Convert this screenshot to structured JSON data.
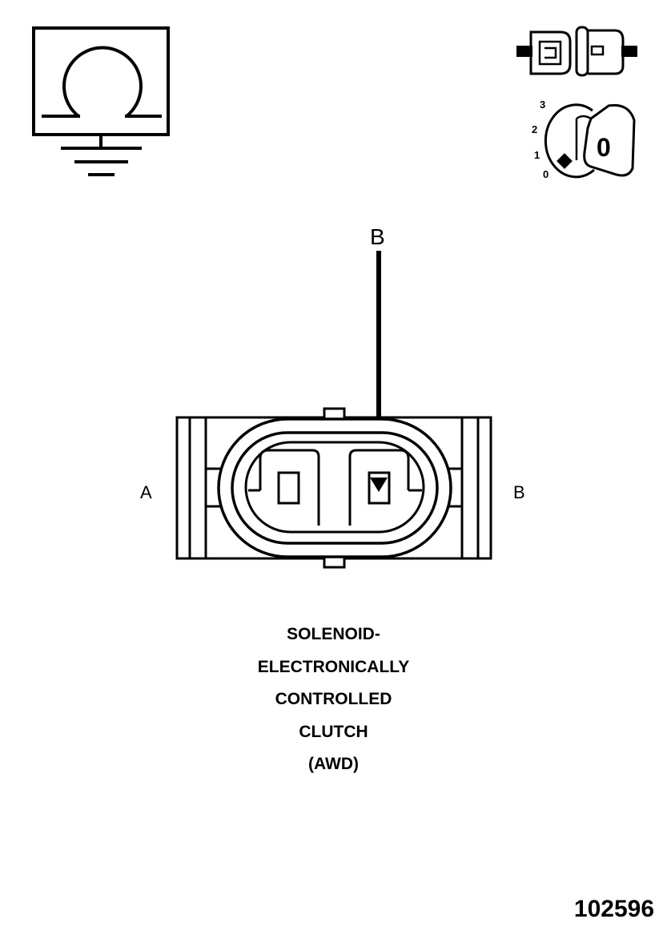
{
  "symbols": {
    "ohmmeter": "ohm-symbol-icon",
    "ground": "ground-icon",
    "disconnected_connector": "disconnected-connector-icon",
    "ignition_key": "ignition-key-icon"
  },
  "ignition": {
    "positions": [
      "3",
      "2",
      "1",
      "0"
    ],
    "key_char": "0"
  },
  "probe": {
    "label": "B"
  },
  "connector": {
    "terminal_a_label": "A",
    "terminal_b_label": "B"
  },
  "caption": {
    "lines": [
      "SOLENOID-",
      "ELECTRONICALLY",
      "CONTROLLED",
      "CLUTCH",
      "(AWD)"
    ]
  },
  "figure_number": "102596"
}
